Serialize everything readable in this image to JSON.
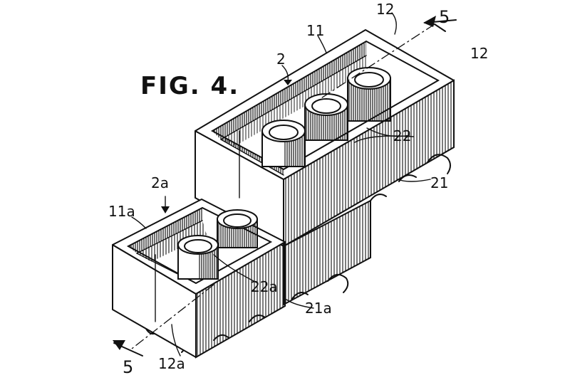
{
  "figure": {
    "title": "FIG. 4.",
    "labels": {
      "brick_upper": "2",
      "brick_upper_wall": "11",
      "brick_upper_end": "12",
      "brick_upper_end_right": "12",
      "section_top": "5",
      "tubes_upper": "22",
      "studs_upper": "21",
      "brick_lower": "2a",
      "brick_lower_wall": "11a",
      "tubes_lower": "22a",
      "studs_lower": "21a",
      "brick_lower_end": "12a",
      "section_bottom": "5"
    }
  },
  "colors": {
    "ink": "#111111",
    "paper": "#ffffff"
  }
}
